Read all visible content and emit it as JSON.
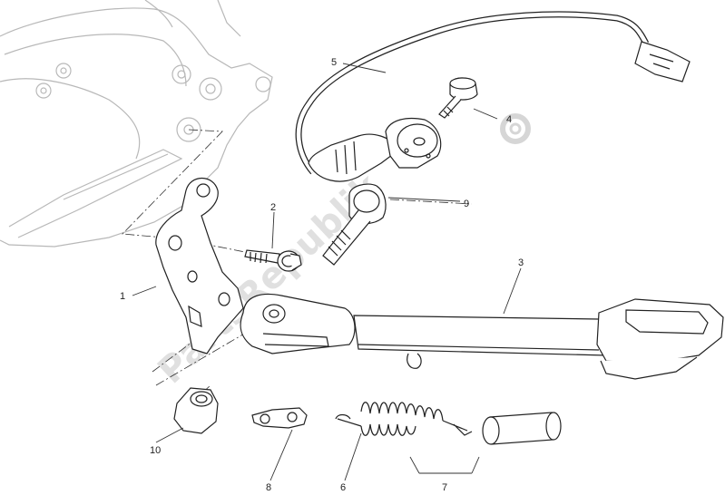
{
  "diagram": {
    "callouts": [
      {
        "id": "c1",
        "text": "1"
      },
      {
        "id": "c2",
        "text": "2"
      },
      {
        "id": "c3",
        "text": "3"
      },
      {
        "id": "c4",
        "text": "4"
      },
      {
        "id": "c5",
        "text": "5"
      },
      {
        "id": "c6",
        "text": "6"
      },
      {
        "id": "c7",
        "text": "7"
      },
      {
        "id": "c8",
        "text": "8"
      },
      {
        "id": "c9",
        "text": "9"
      },
      {
        "id": "c10",
        "text": "10"
      }
    ],
    "watermark": "PartsRepublik"
  }
}
